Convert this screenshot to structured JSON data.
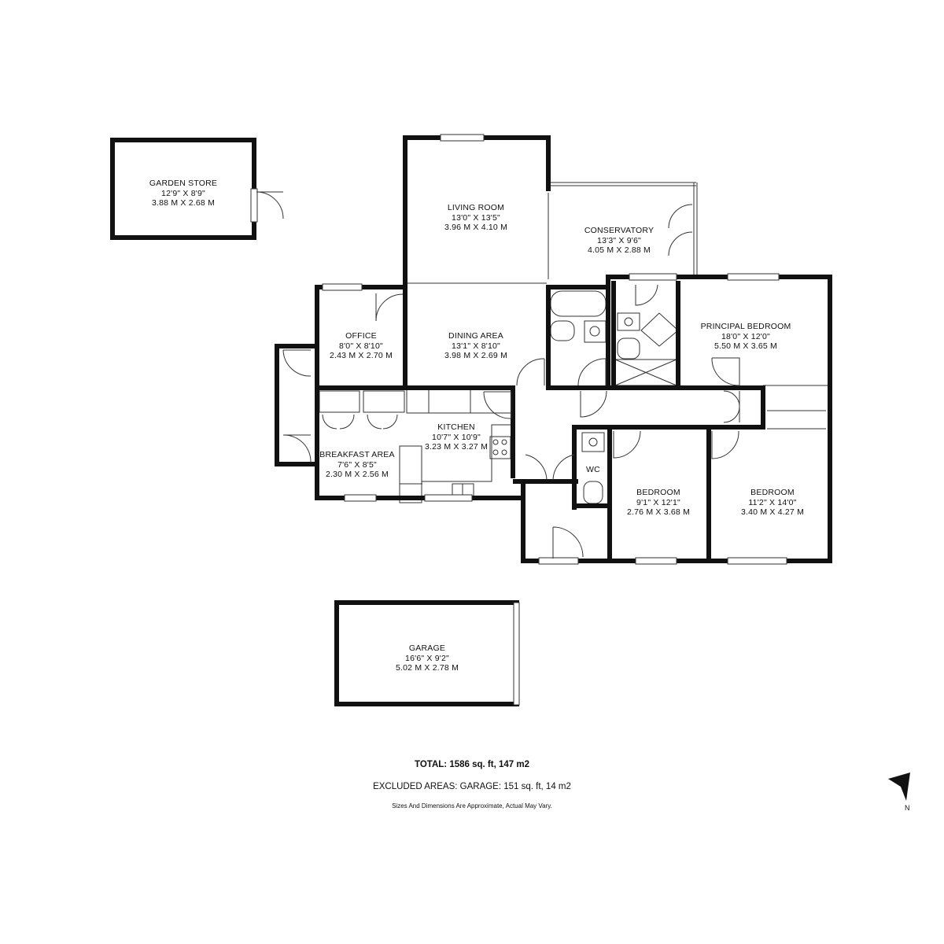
{
  "rooms": {
    "garden_store": {
      "name": "GARDEN STORE",
      "imperial": "12'9\" X 8'9\"",
      "metric": "3.88 M X 2.68 M"
    },
    "living_room": {
      "name": "LIVING ROOM",
      "imperial": "13'0\" X 13'5\"",
      "metric": "3.96 M X 4.10 M"
    },
    "conservatory": {
      "name": "CONSERVATORY",
      "imperial": "13'3\" X 9'6\"",
      "metric": "4.05 M X 2.88 M"
    },
    "office": {
      "name": "OFFICE",
      "imperial": "8'0\" X 8'10\"",
      "metric": "2.43 M X 2.70 M"
    },
    "dining_area": {
      "name": "DINING AREA",
      "imperial": "13'1\" X 8'10\"",
      "metric": "3.98 M X 2.69 M"
    },
    "principal_bedroom": {
      "name": "PRINCIPAL BEDROOM",
      "imperial": "18'0\" X 12'0\"",
      "metric": "5.50 M X 3.65 M"
    },
    "kitchen": {
      "name": "KITCHEN",
      "imperial": "10'7\" X 10'9\"",
      "metric": "3.23 M X 3.27 M"
    },
    "breakfast_area": {
      "name": "BREAKFAST AREA",
      "imperial": "7'6\" X 8'5\"",
      "metric": "2.30 M X 2.56 M"
    },
    "wc": {
      "name": "WC"
    },
    "bedroom_2": {
      "name": "BEDROOM",
      "imperial": "9'1\" X 12'1\"",
      "metric": "2.76 M X 3.68 M"
    },
    "bedroom_3": {
      "name": "BEDROOM",
      "imperial": "11'2\" X 14'0\"",
      "metric": "3.40 M X 4.27 M"
    },
    "garage": {
      "name": "GARAGE",
      "imperial": "16'6\" X 9'2\"",
      "metric": "5.02 M X 2.78 M"
    }
  },
  "summary": {
    "total": "TOTAL: 1586 sq. ft, 147 m2",
    "excluded": "EXCLUDED AREAS: GARAGE: 151 sq. ft, 14 m2",
    "disclaimer": "Sizes And Dimensions Are Approximate, Actual May Vary."
  },
  "compass": {
    "label": "N",
    "icon": "north-arrow-icon"
  },
  "colors": {
    "wall": "#111111",
    "thin_line": "#333333",
    "background": "#ffffff"
  }
}
